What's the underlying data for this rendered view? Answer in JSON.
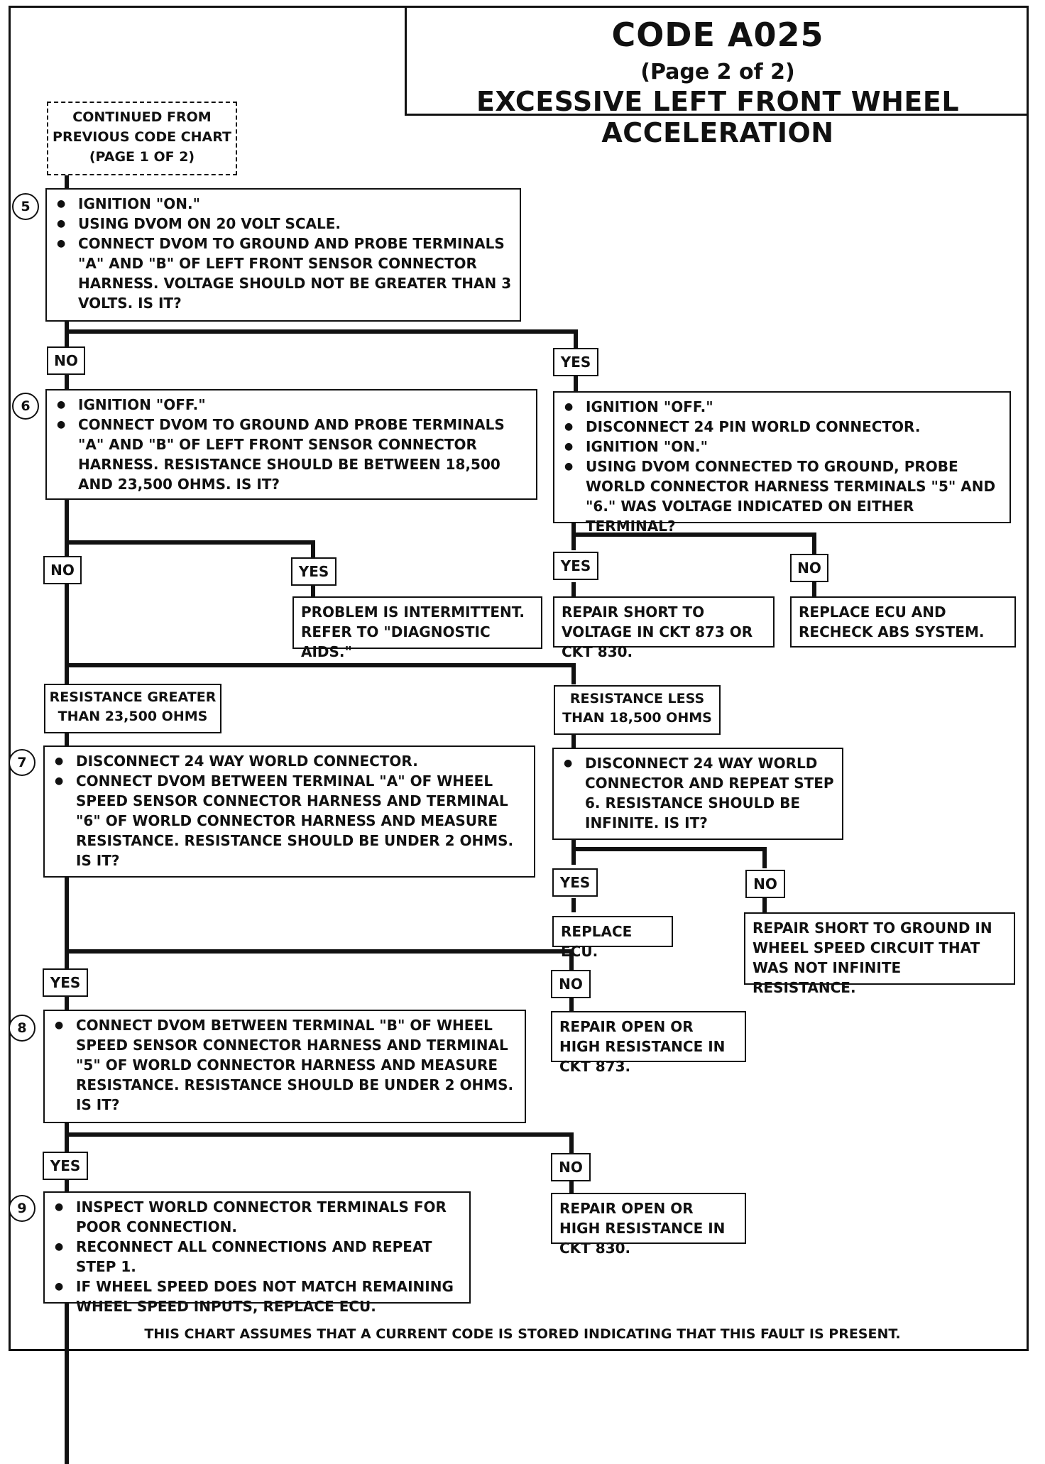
{
  "header": {
    "code": "CODE A025",
    "page": "(Page 2 of 2)",
    "title": "EXCESSIVE LEFT FRONT WHEEL ACCELERATION"
  },
  "continued": {
    "line1": "CONTINUED FROM",
    "line2": "PREVIOUS CODE CHART",
    "line3": "(PAGE 1 OF 2)"
  },
  "steps": {
    "s5": "5",
    "s6": "6",
    "s7": "7",
    "s8": "8",
    "s9": "9"
  },
  "box5": [
    "IGNITION \"ON.\"",
    "USING DVOM ON 20 VOLT SCALE.",
    "CONNECT DVOM TO GROUND AND PROBE TERMINALS \"A\" AND \"B\" OF LEFT FRONT SENSOR CONNECTOR HARNESS. VOLTAGE SHOULD NOT BE GREATER THAN 3 VOLTS. IS IT?"
  ],
  "box6": [
    "IGNITION \"OFF.\"",
    "CONNECT DVOM TO GROUND AND PROBE TERMINALS \"A\" AND \"B\" OF LEFT FRONT SENSOR CONNECTOR HARNESS. RESISTANCE SHOULD BE BETWEEN 18,500 AND 23,500 OHMS. IS IT?"
  ],
  "box6yes": [
    "IGNITION \"OFF.\"",
    "DISCONNECT 24 PIN WORLD CONNECTOR.",
    "IGNITION \"ON.\"",
    "USING DVOM CONNECTED TO GROUND, PROBE WORLD CONNECTOR HARNESS TERMINALS \"5\" AND \"6.\" WAS VOLTAGE INDICATED ON EITHER TERMINAL?"
  ],
  "intermittent": "PROBLEM IS INTERMITTENT. REFER TO \"DIAGNOSTIC AIDS.\"",
  "repair_short_voltage": "REPAIR SHORT TO VOLTAGE IN CKT 873 OR CKT 830.",
  "replace_ecu_recheck": "REPLACE ECU AND RECHECK ABS SYSTEM.",
  "res_greater": "RESISTANCE GREATER THAN 23,500 OHMS",
  "res_less": "RESISTANCE LESS THAN 18,500 OHMS",
  "box7": [
    "DISCONNECT 24 WAY WORLD CONNECTOR.",
    "CONNECT DVOM BETWEEN TERMINAL \"A\" OF WHEEL SPEED SENSOR CONNECTOR HARNESS AND TERMINAL \"6\" OF WORLD CONNECTOR HARNESS AND MEASURE RESISTANCE. RESISTANCE SHOULD BE UNDER 2 OHMS. IS IT?"
  ],
  "box7right": [
    "DISCONNECT 24 WAY WORLD CONNECTOR AND REPEAT STEP 6. RESISTANCE SHOULD BE INFINITE. IS IT?"
  ],
  "replace_ecu": "REPLACE ECU.",
  "repair_short_ground": "REPAIR SHORT TO GROUND IN WHEEL SPEED CIRCUIT THAT WAS NOT INFINITE RESISTANCE.",
  "repair_open_873": "REPAIR OPEN OR HIGH RESISTANCE IN CKT 873.",
  "box8": [
    "CONNECT DVOM BETWEEN TERMINAL \"B\" OF WHEEL SPEED SENSOR CONNECTOR HARNESS AND TERMINAL \"5\" OF WORLD CONNECTOR HARNESS AND MEASURE RESISTANCE. RESISTANCE SHOULD BE UNDER 2 OHMS. IS IT?"
  ],
  "repair_open_830": "REPAIR OPEN OR HIGH RESISTANCE IN CKT 830.",
  "box9": [
    "INSPECT WORLD CONNECTOR TERMINALS FOR POOR CONNECTION.",
    "RECONNECT ALL CONNECTIONS AND REPEAT STEP 1.",
    "IF WHEEL SPEED DOES NOT MATCH REMAINING WHEEL SPEED INPUTS, REPLACE ECU."
  ],
  "labels": {
    "yes": "YES",
    "no": "NO"
  },
  "footer": "THIS CHART ASSUMES THAT A CURRENT CODE IS STORED INDICATING THAT THIS FAULT IS PRESENT."
}
